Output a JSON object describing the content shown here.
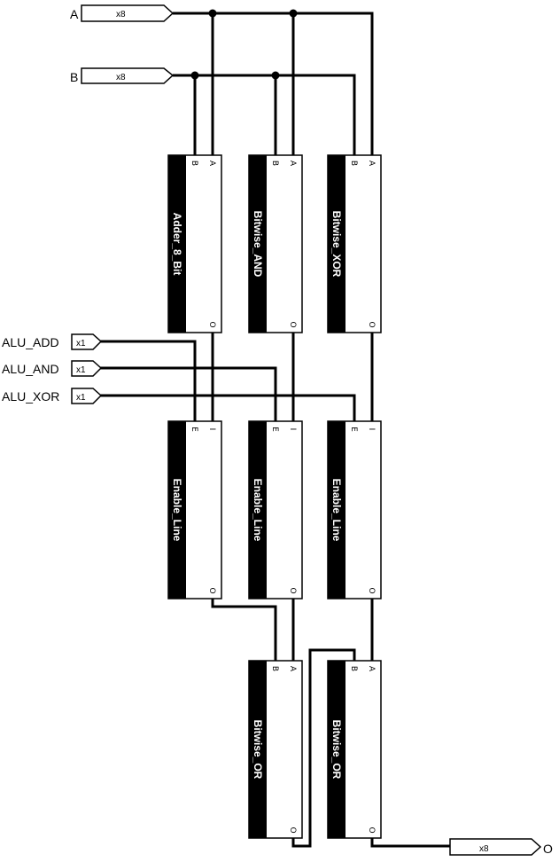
{
  "inputs": [
    {
      "name": "A",
      "width": "x8"
    },
    {
      "name": "B",
      "width": "x8"
    },
    {
      "name": "ALU_ADD",
      "width": "x1"
    },
    {
      "name": "ALU_AND",
      "width": "x1"
    },
    {
      "name": "ALU_XOR",
      "width": "x1"
    }
  ],
  "output": {
    "name": "O",
    "width": "x8"
  },
  "blocks": [
    {
      "label": "Adder_8_Bit",
      "pins": [
        "B",
        "A",
        "O"
      ]
    },
    {
      "label": "Bitwise_AND",
      "pins": [
        "B",
        "A",
        "O"
      ]
    },
    {
      "label": "Bitwise_XOR",
      "pins": [
        "B",
        "A",
        "O"
      ]
    },
    {
      "label": "Enable_Line",
      "pins": [
        "E",
        "I",
        "O"
      ]
    },
    {
      "label": "Enable_Line",
      "pins": [
        "E",
        "I",
        "O"
      ]
    },
    {
      "label": "Enable_Line",
      "pins": [
        "E",
        "I",
        "O"
      ]
    },
    {
      "label": "Bitwise_OR",
      "pins": [
        "B",
        "A",
        "O"
      ]
    },
    {
      "label": "Bitwise_OR",
      "pins": [
        "B",
        "A",
        "O"
      ]
    }
  ]
}
